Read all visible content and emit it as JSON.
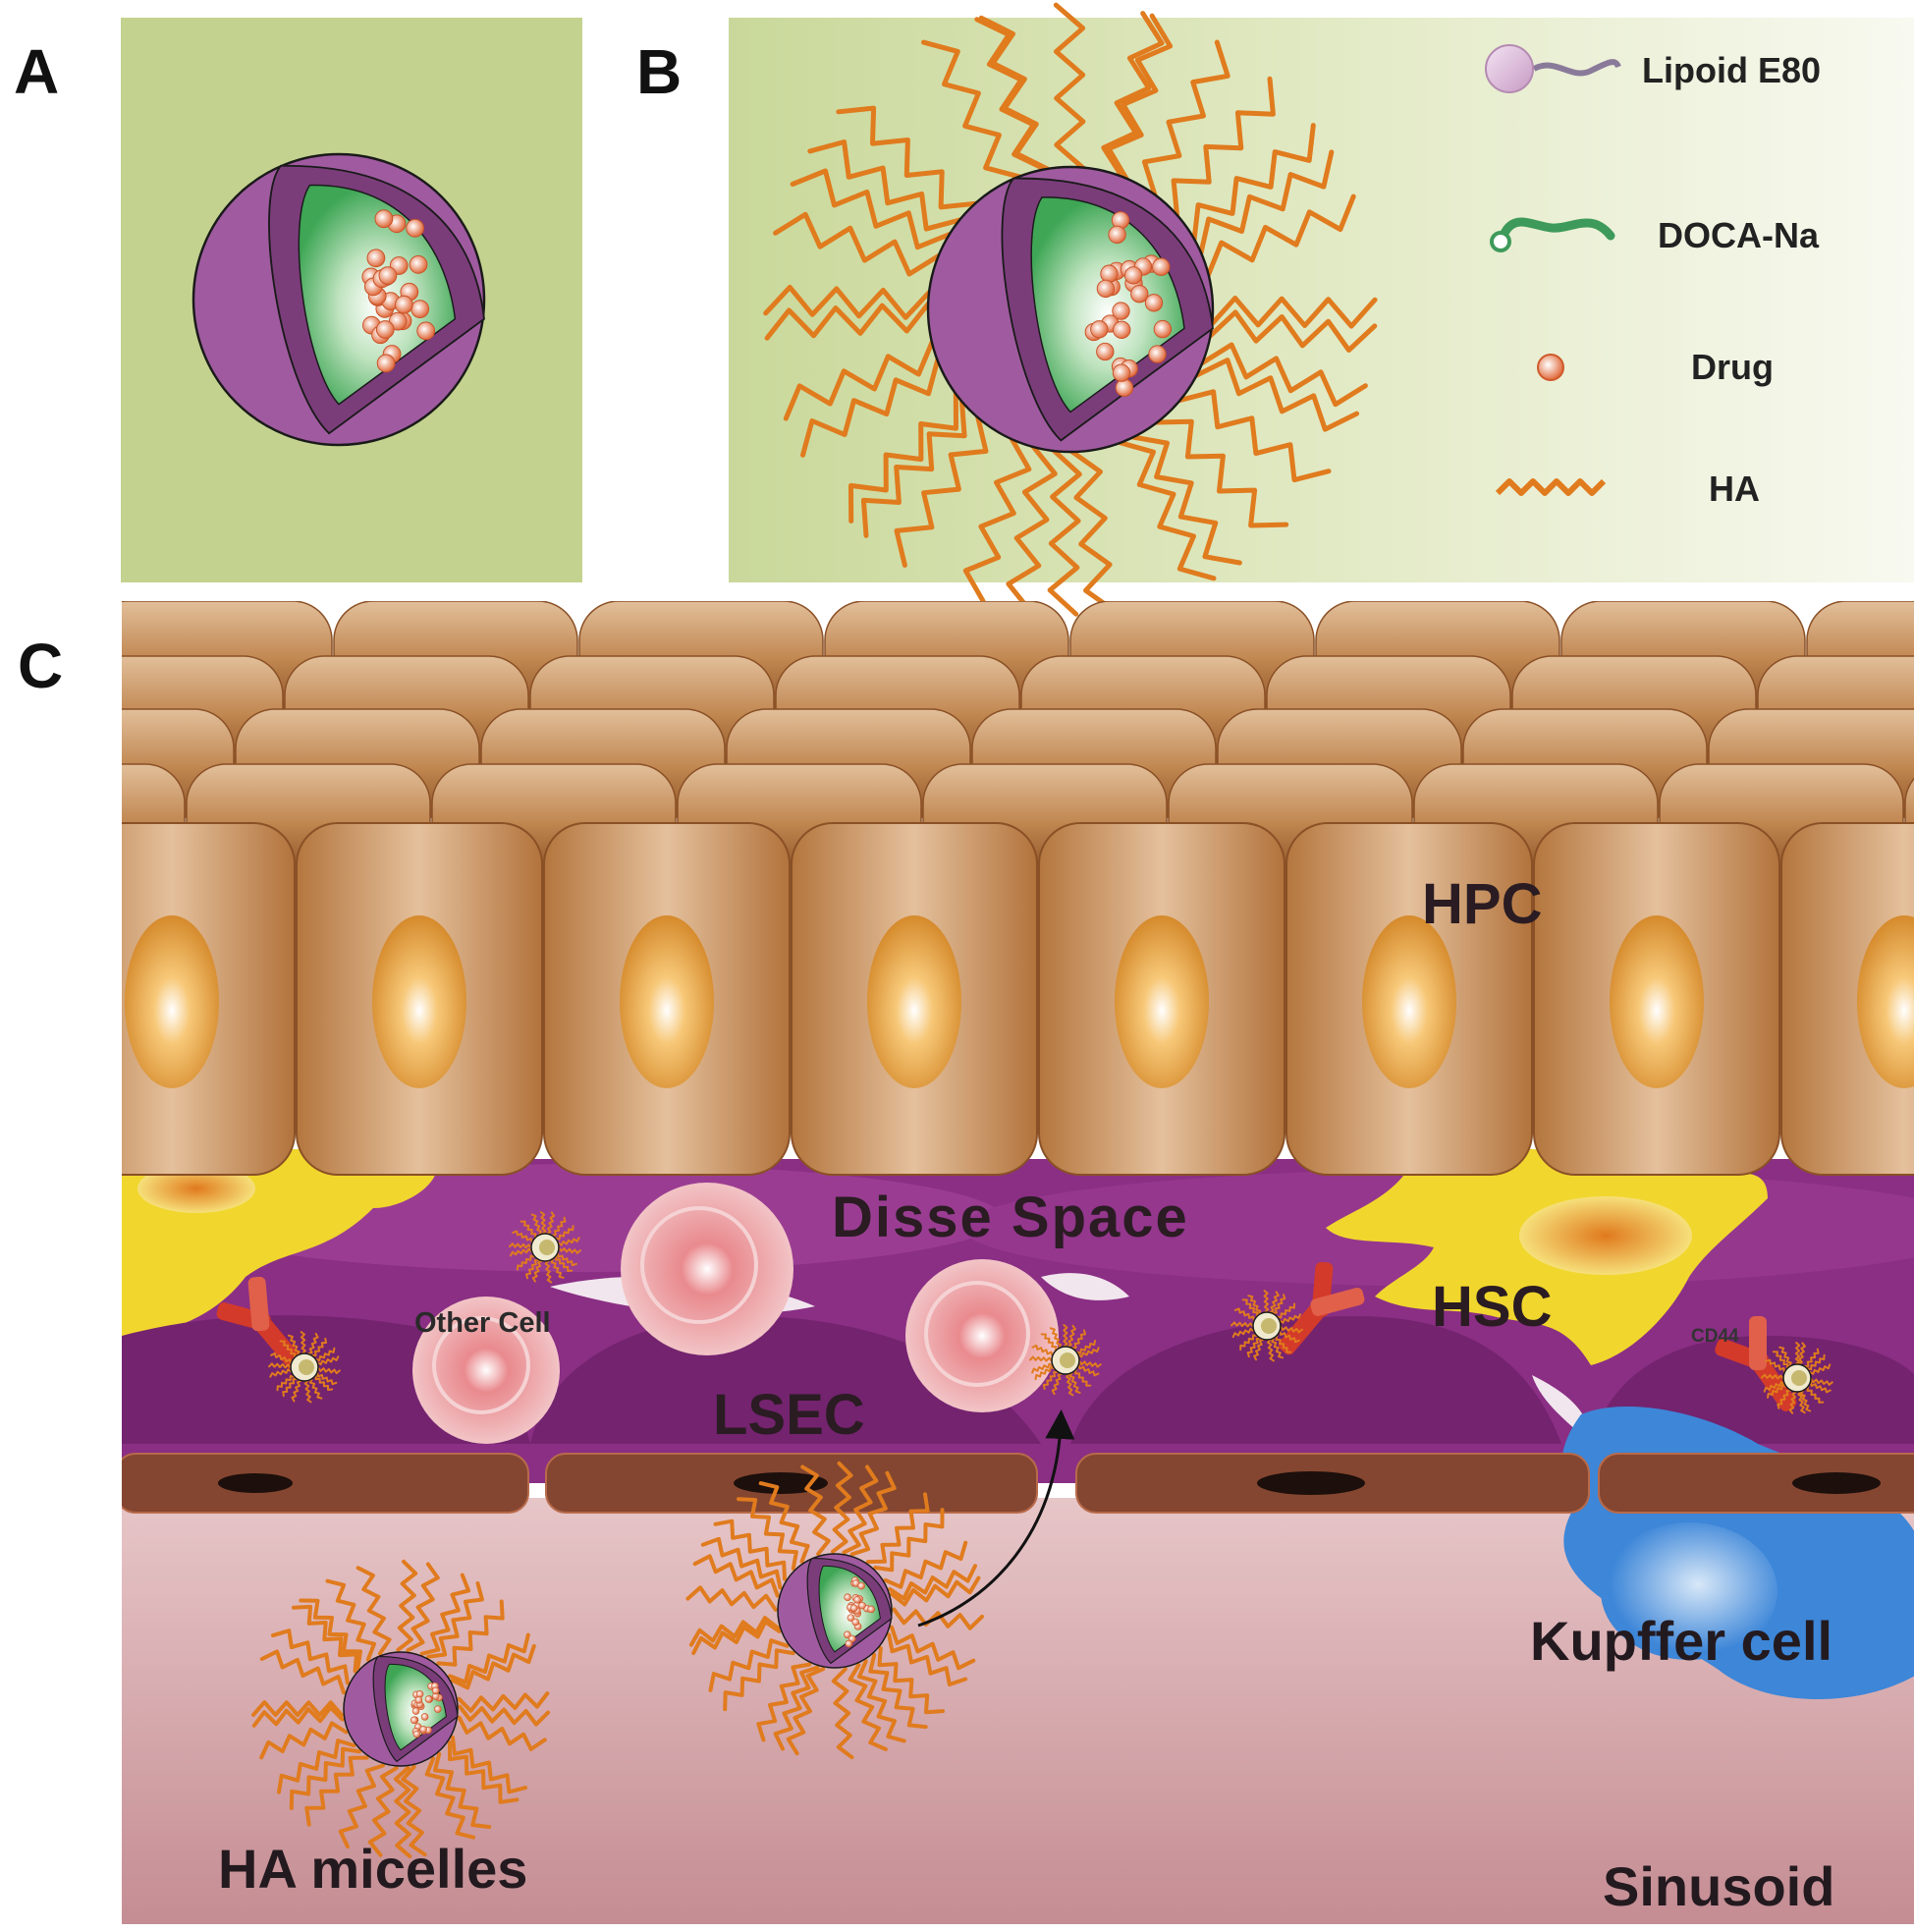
{
  "panels": {
    "a": "A",
    "b": "B",
    "c": "C"
  },
  "legend": {
    "lipoid": "Lipoid E80",
    "doca": "DOCA-Na",
    "drug": "Drug",
    "ha": "HA"
  },
  "labels": {
    "hpc": "HPC",
    "disse_space": "Disse Space",
    "hsc": "HSC",
    "other_cell": "Other Cell",
    "lsec": "LSEC",
    "cd44": "CD44",
    "kupffer_cell": "Kupffer cell",
    "ha_micelles": "HA micelles",
    "sinusoid": "Sinusoid"
  },
  "colors": {
    "panel_a_bg": "#c3d28e",
    "hepatocyte": "#c48852",
    "disse_purple": "#8a2f84",
    "hsc_yellow": "#f1d62e",
    "ha_orange": "#e07b1e",
    "kupffer_blue": "#3d86d8",
    "sinusoid_pink": "#d5a9ad",
    "lsec_brown": "#844630"
  }
}
